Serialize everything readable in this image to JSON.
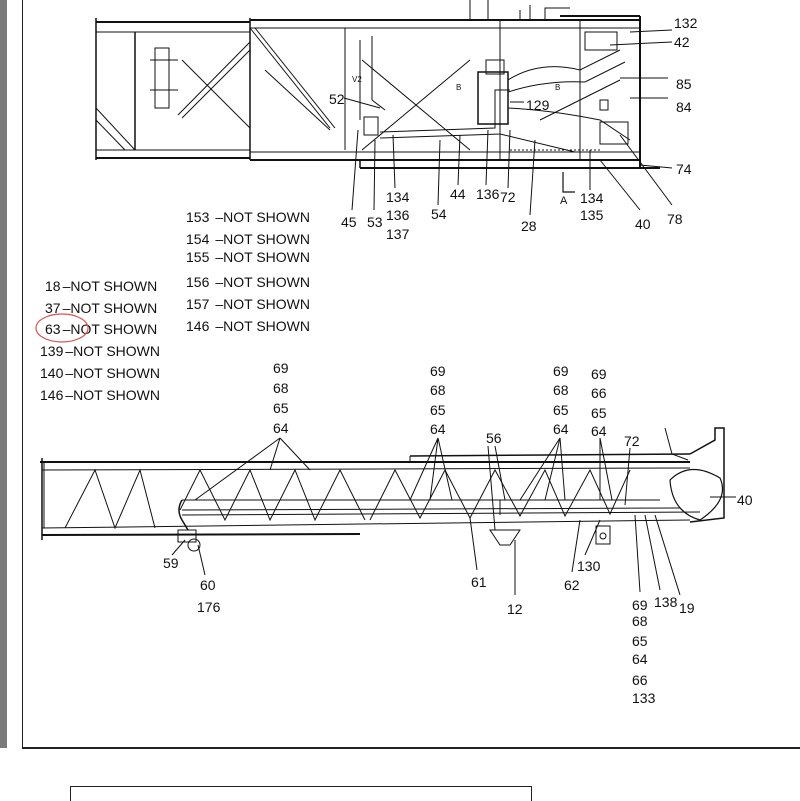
{
  "not_shown_suffix": "–NOT SHOWN",
  "list_left": [
    {
      "num": "18"
    },
    {
      "num": "37"
    },
    {
      "num": "63",
      "highlighted": true
    },
    {
      "num": "139"
    },
    {
      "num": "140"
    },
    {
      "num": "146"
    }
  ],
  "list_right": [
    {
      "num": "153"
    },
    {
      "num": "154"
    },
    {
      "num": "155"
    },
    {
      "num": "156"
    },
    {
      "num": "157"
    },
    {
      "num": "146"
    }
  ],
  "top_callouts": {
    "c132": "132",
    "c42": "42",
    "c85": "85",
    "c84": "84",
    "c52": "52",
    "c129": "129",
    "c74": "74",
    "c45": "45",
    "c53": "53",
    "c134a": "134",
    "c136a": "136",
    "c137": "137",
    "c54": "54",
    "c44": "44",
    "c136b": "136",
    "c72": "72",
    "c28": "28",
    "c134b": "134",
    "c135": "135",
    "c40": "40",
    "c78": "78",
    "mark_a": "A",
    "mark_b1": "B",
    "mark_b2": "B",
    "mark_v2": "V2"
  },
  "bottom_callouts": {
    "stack1": [
      "69",
      "68",
      "65",
      "64"
    ],
    "stack2": [
      "69",
      "68",
      "65",
      "64"
    ],
    "stack3": [
      "69",
      "68",
      "65",
      "64"
    ],
    "stack4": [
      "69",
      "66",
      "65",
      "64"
    ],
    "stack5": [
      "69",
      "68",
      "65",
      "64",
      "66",
      "133"
    ],
    "c56": "56",
    "c72": "72",
    "c40": "40",
    "c59": "59",
    "c60": "60",
    "c176": "176",
    "c61": "61",
    "c12": "12",
    "c62": "62",
    "c130": "130",
    "c138": "138",
    "c19": "19"
  },
  "colors": {
    "line": "#111111",
    "highlight": "#d9534f",
    "sidebar": "#7a7a7a"
  }
}
